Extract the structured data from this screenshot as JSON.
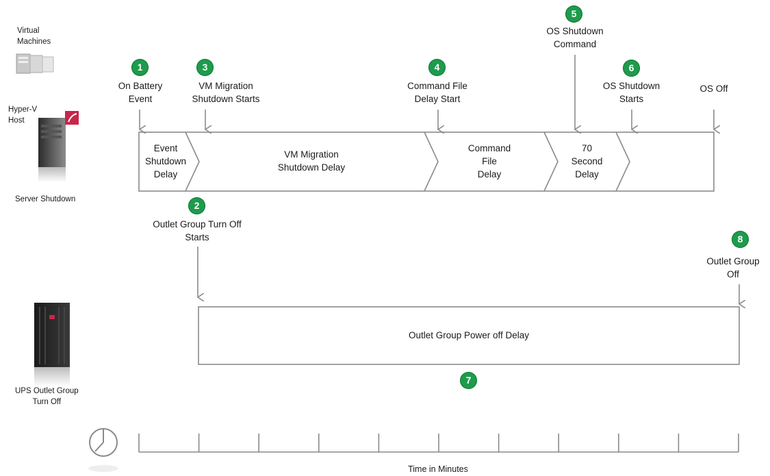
{
  "left_labels": {
    "virtual_machines": "Virtual\nMachines",
    "hyperv_host": "Hyper-V\nHost",
    "server_shutdown": "Server Shutdown",
    "ups_outlet_group": "UPS Outlet Group\nTurn Off"
  },
  "events": [
    {
      "num": "1",
      "label": "On Battery\nEvent"
    },
    {
      "num": "2",
      "label": "Outlet Group Turn Off\nStarts"
    },
    {
      "num": "3",
      "label": "VM Migration\nShutdown Starts"
    },
    {
      "num": "4",
      "label": "Command File\nDelay Start"
    },
    {
      "num": "5",
      "label": "OS Shutdown\nCommand"
    },
    {
      "num": "6",
      "label": "OS Shutdown\nStarts"
    },
    {
      "num": "7",
      "label": ""
    },
    {
      "num": "8",
      "label": "Outlet Group\nOff"
    }
  ],
  "os_off_label": "OS Off",
  "segments": {
    "event_shutdown": "Event\nShutdown\nDelay",
    "vm_migration": "VM Migration\nShutdown Delay",
    "command_file": "Command\nFile\nDelay",
    "seventy_second": "70\nSecond\nDelay"
  },
  "outlet_bar_label": "Outlet Group Power off Delay",
  "time_axis_label": "Time in Minutes",
  "colors": {
    "badge": "#1e9b4c",
    "line": "#8a8a8a"
  }
}
